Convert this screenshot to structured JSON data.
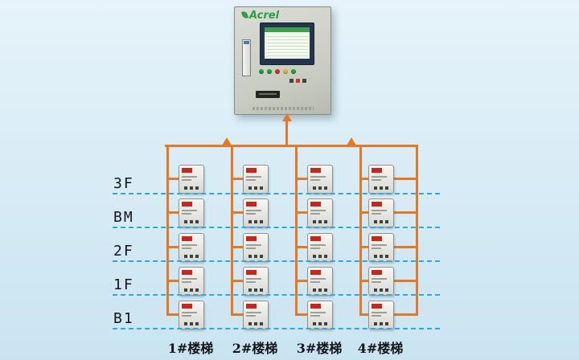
{
  "brand": {
    "logo": "Acrel"
  },
  "cabinet": {
    "indicator_colors": [
      "#1fa23a",
      "#1fa23a",
      "#c8372a",
      "#ddb92f",
      "#1fa23a"
    ],
    "mini_indicator_colors": [
      "#444444",
      "#c8372a",
      "#444444"
    ]
  },
  "diagram": {
    "rows": [
      "3F",
      "BM",
      "2F",
      "1F",
      "B1"
    ],
    "columns": [
      "1#楼梯",
      "2#楼梯",
      "3#楼梯",
      "4#楼梯"
    ],
    "colors": {
      "bus": "#e87820",
      "floor_line": "#2fa8dc",
      "device_label": "#c9261b",
      "brand_accent": "#2e9e46"
    }
  }
}
